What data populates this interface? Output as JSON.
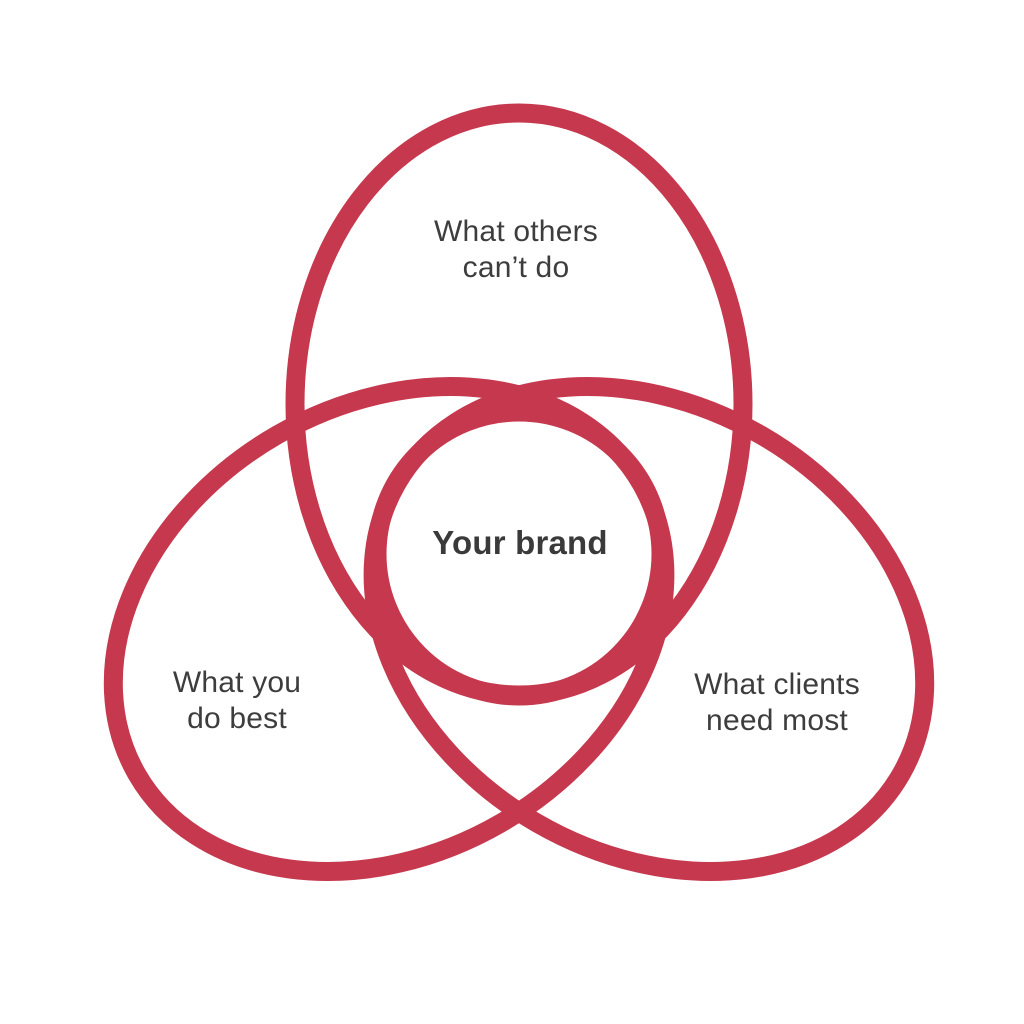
{
  "diagram": {
    "title": "Brand positioning Venn diagram",
    "type": "venn-trefoil",
    "regions": {
      "top": {
        "label": "What others\ncan’t do"
      },
      "left": {
        "label": "What you\ndo best"
      },
      "right": {
        "label": "What clients\nneed most"
      },
      "center": {
        "label": "Your brand"
      }
    }
  },
  "colors": {
    "ring": "#C6384E",
    "label_text": "#3D3D3D",
    "center_text": "#3A3A3A",
    "background": "#FFFFFF"
  }
}
